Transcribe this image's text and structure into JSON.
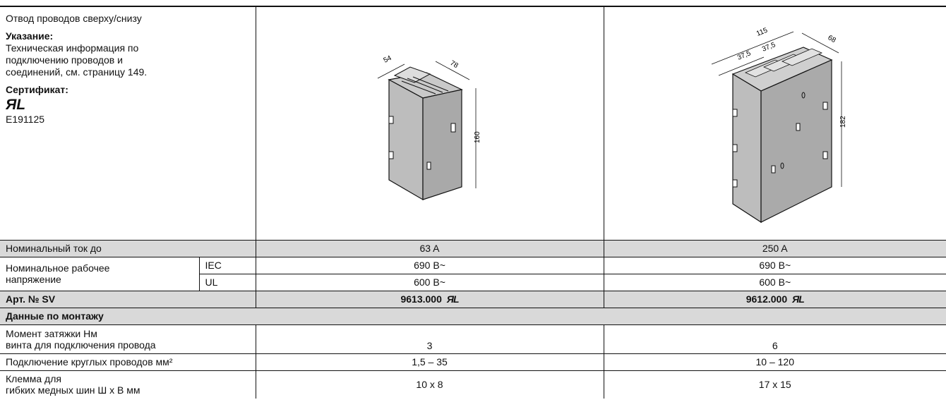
{
  "intro": {
    "title": "Отвод проводов сверху/снизу",
    "note_heading": "Указание:",
    "note_text": "Техническая информация по подключению проводов и соединений, см. страницу 149.",
    "cert_heading": "Сертификат:",
    "cert_logo": "UL-recognized-mark",
    "cert_number": "E191125"
  },
  "drawings": [
    {
      "dims": [
        "54",
        "78",
        "160"
      ]
    },
    {
      "dims": [
        "115",
        "37,5",
        "37,5",
        "68",
        "182"
      ]
    }
  ],
  "rows": {
    "current": {
      "label": "Номинальный ток до",
      "v1": "63 A",
      "v2": "250 A"
    },
    "voltage": {
      "label": "Номинальное рабочее напряжение",
      "iec": {
        "tag": "IEC",
        "v1": "690 В~",
        "v2": "690 В~"
      },
      "ul": {
        "tag": "UL",
        "v1": "600 В~",
        "v2": "600 В~"
      }
    },
    "art": {
      "label": "Арт. № SV",
      "v1": "9613.000",
      "v2": "9612.000"
    },
    "mounting_heading": "Данные по монтажу",
    "torque": {
      "label_1": "Момент затяжки Нм",
      "label_2": "винта для подключения провода",
      "v1": "3",
      "v2": "6"
    },
    "round": {
      "label": "Подключение круглых проводов мм²",
      "v1": "1,5 – 35",
      "v2": "10 – 120"
    },
    "busbar": {
      "label_1": "Клемма для",
      "label_2": "гибких медных шин Ш х В мм",
      "v1": "10 x 8",
      "v2": "17 x 15"
    }
  }
}
